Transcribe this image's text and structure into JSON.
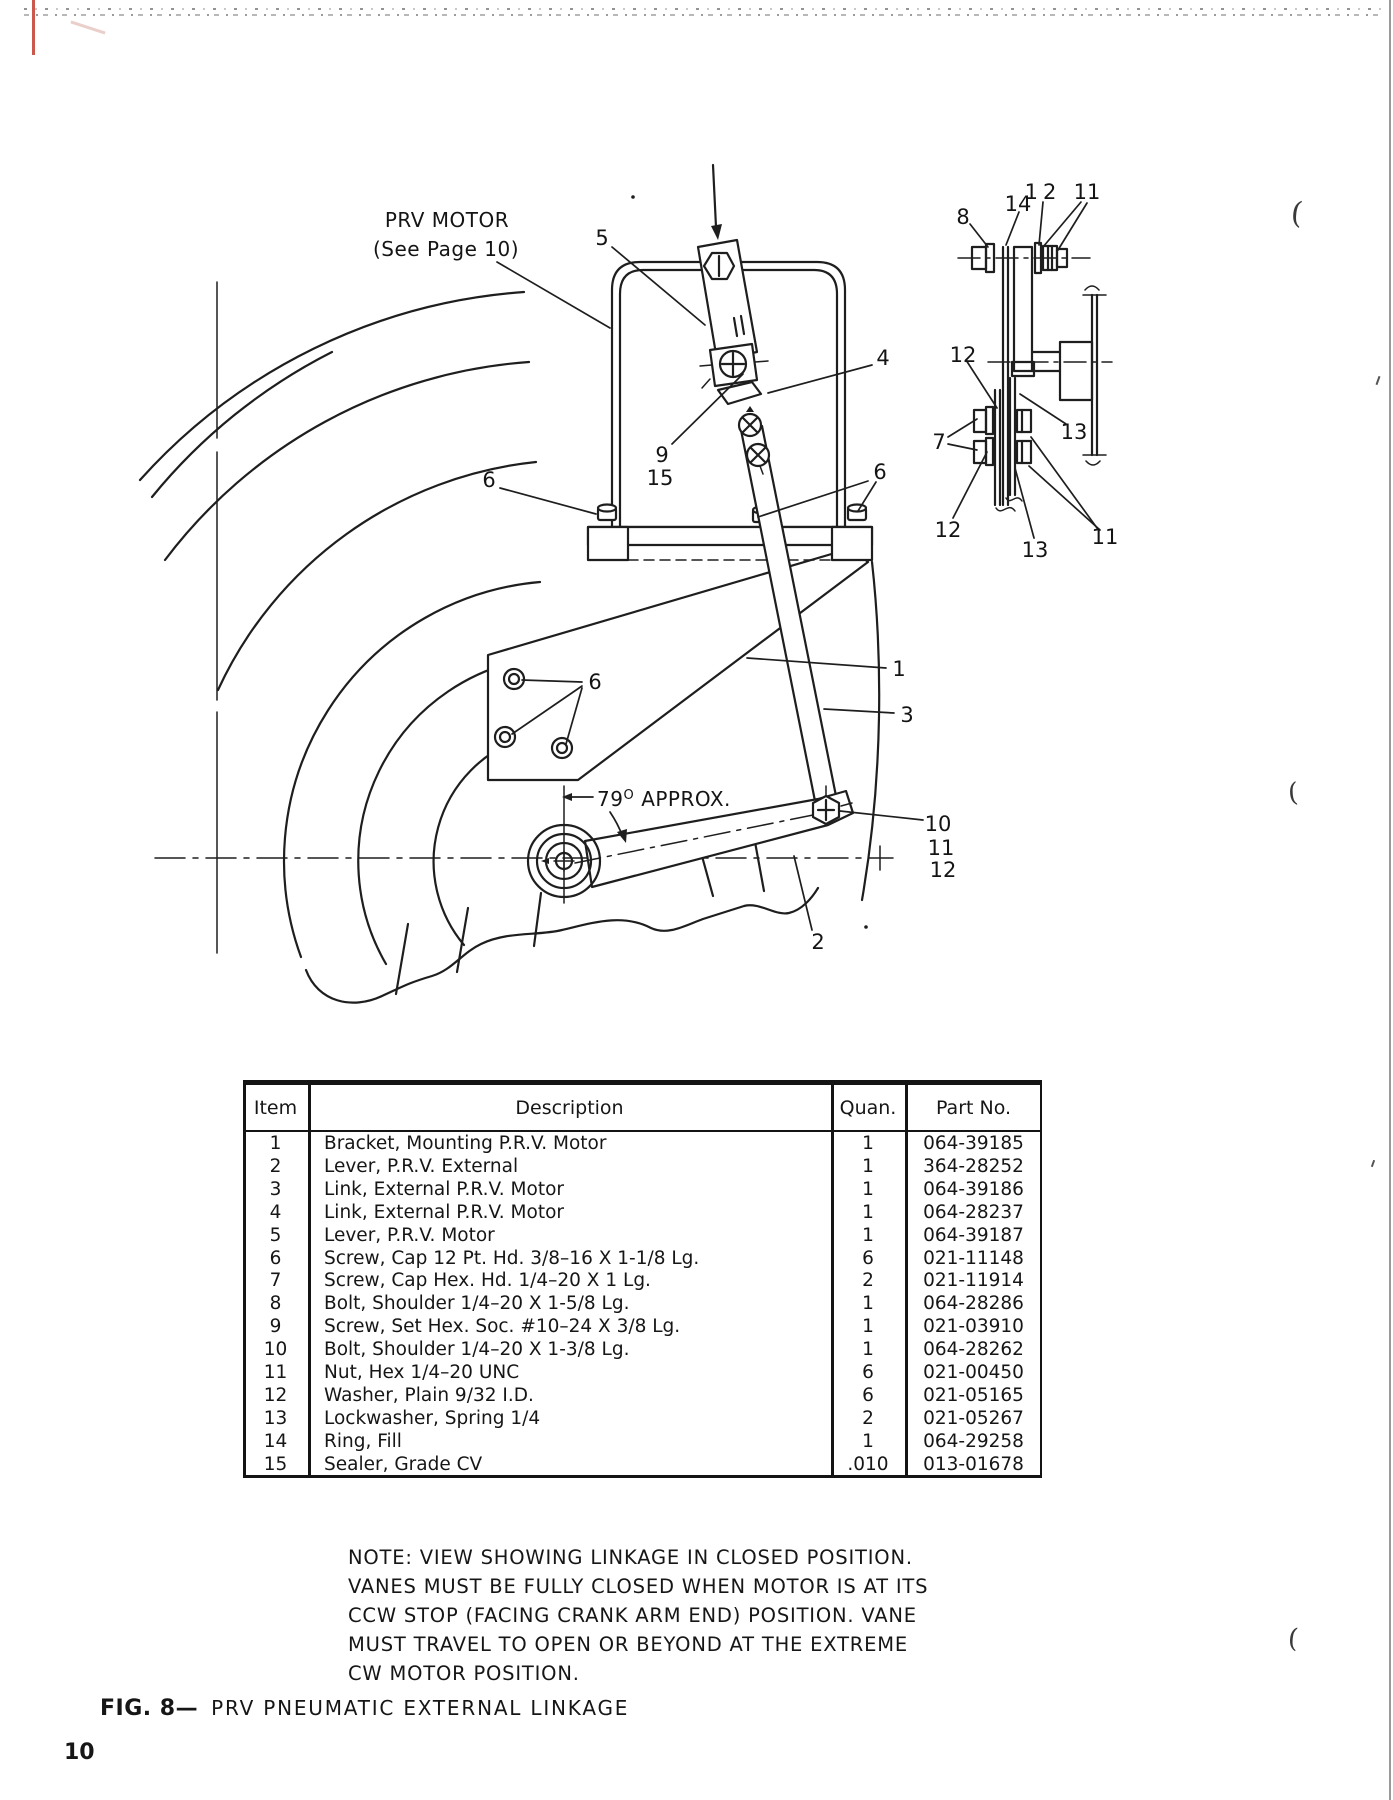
{
  "page": {
    "number": "10",
    "ink": "#161616",
    "paper": "#ffffff",
    "artifact_red": "#c23b2e"
  },
  "figure": {
    "fig_no": "FIG. 8—",
    "title": "PRV PNEUMATIC EXTERNAL LINKAGE"
  },
  "diagram": {
    "motor_label": {
      "line1": "PRV MOTOR",
      "line2": "(See Page 10)"
    },
    "angle": {
      "base": "79",
      "sup": "O",
      "rest": "APPROX."
    },
    "callouts_main": [
      {
        "id": "lever-motor",
        "text": "5"
      },
      {
        "id": "link-external-upper",
        "text": "4"
      },
      {
        "id": "set-screw",
        "text": "9"
      },
      {
        "id": "sealer",
        "text": "15"
      },
      {
        "id": "cap-screw-left",
        "text": "6"
      },
      {
        "id": "cap-screw-right",
        "text": "6"
      },
      {
        "id": "cap-screw-plate",
        "text": "6"
      },
      {
        "id": "bracket",
        "text": "1"
      },
      {
        "id": "link-external-long",
        "text": "3"
      },
      {
        "id": "shoulder-bolt",
        "text": "10"
      },
      {
        "id": "hex-nut",
        "text": "11"
      },
      {
        "id": "washer",
        "text": "12"
      },
      {
        "id": "lever-external",
        "text": "2"
      }
    ],
    "callouts_detail": [
      {
        "id": "shoulder-bolt-top",
        "text": "8"
      },
      {
        "id": "fill-ring",
        "text": "14"
      },
      {
        "id": "washer-top",
        "text": "12"
      },
      {
        "id": "nut-top",
        "text": "11"
      },
      {
        "id": "washer-mid",
        "text": "12"
      },
      {
        "id": "cap-screw-hex",
        "text": "7"
      },
      {
        "id": "lockwasher-upper",
        "text": "13"
      },
      {
        "id": "washer-low",
        "text": "12"
      },
      {
        "id": "lockwasher-lower",
        "text": "13"
      },
      {
        "id": "nut-lower",
        "text": "11"
      }
    ]
  },
  "table": {
    "headers": [
      "Item",
      "Description",
      "Quan.",
      "Part No."
    ],
    "rows": [
      {
        "item": "1",
        "desc": "Bracket, Mounting P.R.V. Motor",
        "quan": "1",
        "part": "064-39185"
      },
      {
        "item": "2",
        "desc": "Lever, P.R.V. External",
        "quan": "1",
        "part": "364-28252"
      },
      {
        "item": "3",
        "desc": "Link, External P.R.V. Motor",
        "quan": "1",
        "part": "064-39186"
      },
      {
        "item": "4",
        "desc": "Link, External P.R.V. Motor",
        "quan": "1",
        "part": "064-28237"
      },
      {
        "item": "5",
        "desc": "Lever, P.R.V. Motor",
        "quan": "1",
        "part": "064-39187"
      },
      {
        "item": "6",
        "desc": "Screw, Cap 12 Pt. Hd. 3/8–16 X 1-1/8 Lg.",
        "quan": "6",
        "part": "021-11148"
      },
      {
        "item": "7",
        "desc": "Screw, Cap Hex. Hd. 1/4–20 X 1 Lg.",
        "quan": "2",
        "part": "021-11914"
      },
      {
        "item": "8",
        "desc": "Bolt, Shoulder 1/4–20 X 1-5/8 Lg.",
        "quan": "1",
        "part": "064-28286"
      },
      {
        "item": "9",
        "desc": "Screw, Set Hex. Soc. #10–24 X 3/8 Lg.",
        "quan": "1",
        "part": "021-03910"
      },
      {
        "item": "10",
        "desc": "Bolt, Shoulder 1/4–20 X 1-3/8 Lg.",
        "quan": "1",
        "part": "064-28262"
      },
      {
        "item": "11",
        "desc": "Nut, Hex 1/4–20 UNC",
        "quan": "6",
        "part": "021-00450"
      },
      {
        "item": "12",
        "desc": "Washer, Plain 9/32 I.D.",
        "quan": "6",
        "part": "021-05165"
      },
      {
        "item": "13",
        "desc": "Lockwasher, Spring 1/4",
        "quan": "2",
        "part": "021-05267"
      },
      {
        "item": "14",
        "desc": "Ring, Fill",
        "quan": "1",
        "part": "064-29258"
      },
      {
        "item": "15",
        "desc": "Sealer, Grade CV",
        "quan": ".010",
        "part": "013-01678"
      }
    ]
  },
  "note": {
    "lines": [
      "NOTE: VIEW SHOWING LINKAGE IN CLOSED POSITION.",
      "VANES MUST BE FULLY CLOSED WHEN MOTOR IS AT ITS",
      "CCW STOP (FACING CRANK ARM END) POSITION. VANE",
      "MUST TRAVEL TO OPEN OR BEYOND AT THE EXTREME",
      "CW MOTOR POSITION."
    ]
  },
  "artifacts": {
    "marks": [
      "(",
      "(",
      "("
    ]
  }
}
